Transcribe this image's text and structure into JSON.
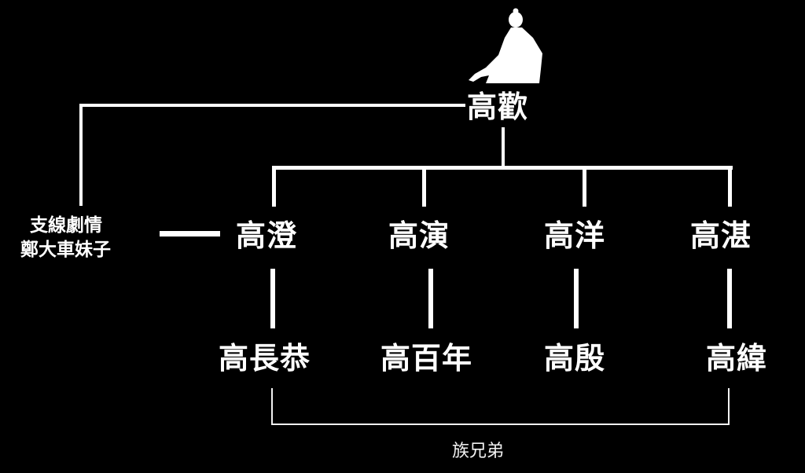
{
  "title_fragment": "",
  "root": {
    "name": "高歡",
    "icon": "seated-figure-silhouette-icon"
  },
  "side_note": {
    "line1": "支線劇情",
    "line2": "鄭大車妹子"
  },
  "sons": [
    {
      "name": "高澄",
      "child": "高長恭"
    },
    {
      "name": "高演",
      "child": "高百年"
    },
    {
      "name": "高洋",
      "child": "高殷"
    },
    {
      "name": "高湛",
      "child": "高緯"
    }
  ],
  "grandson_relation": "族兄弟",
  "colors": {
    "background": "#000000",
    "foreground": "#ffffff"
  }
}
